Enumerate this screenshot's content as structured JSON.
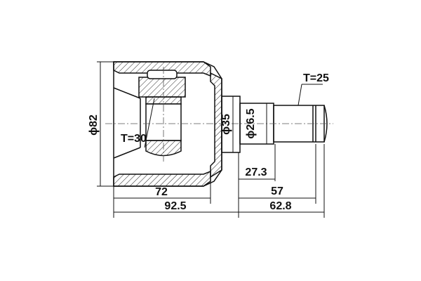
{
  "drawing": {
    "subject": "CV joint (inner) dimension drawing",
    "dimensions": {
      "housing_diameter": "ϕ82",
      "flange_diameter": "ϕ35",
      "shaft_diameter": "ϕ26.5",
      "inner_spline": "T=30",
      "outer_spline": "T=25",
      "housing_length": "72",
      "overall_housing_length": "92.5",
      "shaft_to_spline": "27.3",
      "shaft_length": "57",
      "shaft_total": "62.8"
    }
  }
}
